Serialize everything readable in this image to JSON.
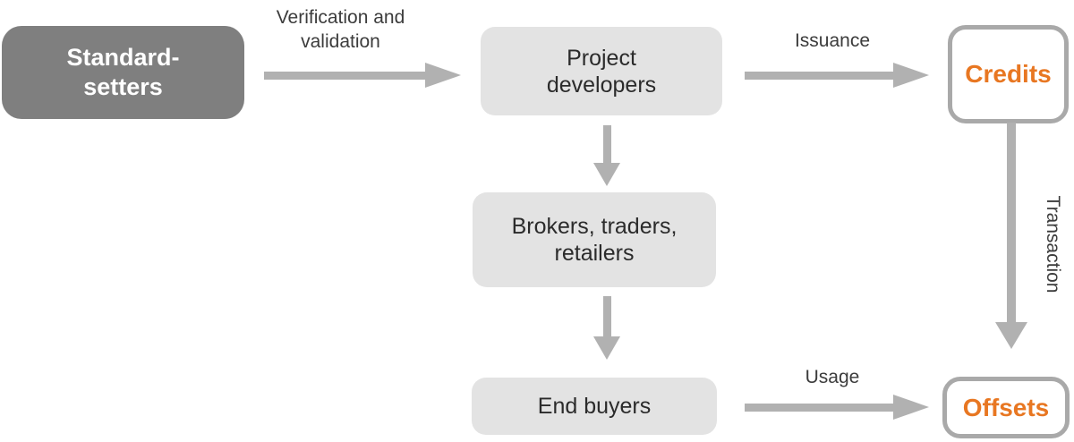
{
  "nodes": {
    "standard_setters": {
      "label": "Standard-setters",
      "style": "dark-gray-filled"
    },
    "project_developers": {
      "label": "Project developers",
      "style": "light-gray-filled"
    },
    "brokers": {
      "label": "Brokers, traders, retailers",
      "style": "light-gray-filled"
    },
    "end_buyers": {
      "label": "End buyers",
      "style": "light-gray-filled"
    },
    "credits": {
      "label": "Credits",
      "style": "outlined-orange-text"
    },
    "offsets": {
      "label": "Offsets",
      "style": "outlined-orange-text"
    }
  },
  "edges": {
    "verification": {
      "label": "Verification and validation",
      "from": "standard_setters",
      "to": "project_developers"
    },
    "issuance": {
      "label": "Issuance",
      "from": "project_developers",
      "to": "credits"
    },
    "developers_to_brokers": {
      "label": "",
      "from": "project_developers",
      "to": "brokers"
    },
    "brokers_to_end_buyers": {
      "label": "",
      "from": "brokers",
      "to": "end_buyers"
    },
    "transaction": {
      "label": "Transaction",
      "from": "credits",
      "to": "offsets"
    },
    "usage": {
      "label": "Usage",
      "from": "end_buyers",
      "to": "offsets"
    }
  },
  "colors": {
    "dark_node_bg": "#7f7f7f",
    "light_node_bg": "#e3e3e3",
    "outline_node_border": "#a9a9a9",
    "accent_orange": "#e87722",
    "arrow_gray": "#b1b1b1",
    "label_text": "#3c3c3c"
  }
}
